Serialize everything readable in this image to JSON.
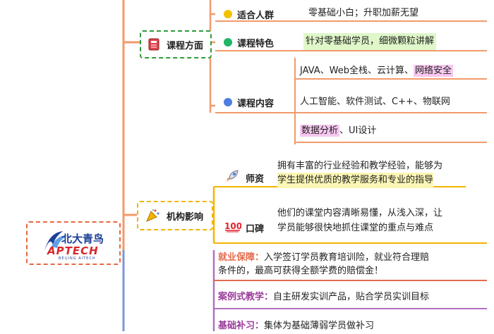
{
  "root": {
    "logo_cn": "北大青鸟",
    "logo_en": "APTECH",
    "logo_sub": "BEIJING AITECH",
    "colors": {
      "logo_blue": "#1c3f97",
      "logo_red": "#d8262b",
      "border": "#e8683f"
    }
  },
  "branches": {
    "course": {
      "label": "课程方面",
      "icon": "notebook-icon",
      "color": "#2f9c3a",
      "items": {
        "audience": {
          "label": "适合人群",
          "dot_color": "#f2c200",
          "text": "零基础小白；升职加薪无望"
        },
        "feature": {
          "label": "课程特色",
          "dot_color": "#22b566",
          "text": "针对零基础学员，细微颗粒讲解"
        },
        "content": {
          "label": "课程内容",
          "dot_color": "#4e7de0",
          "line1_a": "JAVA、Web全栈、云计算、",
          "line1_b": "网络安全",
          "line2": "人工智能、软件测试、C++、物联网",
          "line3_a": "数据分析",
          "line3_b": "、UI设计"
        }
      }
    },
    "institution": {
      "label": "机构影响",
      "icon": "party-popper-icon",
      "color": "#f2b400",
      "items": {
        "teachers": {
          "label": "师资",
          "icon": "rocket-icon",
          "text1": "拥有丰富的行业经验和教学经验，能够为",
          "text2": "学生提供优质的教学服务和专业的指导"
        },
        "reputation": {
          "label": "口碑",
          "icon": "hundred-points-icon",
          "text1": "他们的课堂内容清晰易懂，从浅入深，让",
          "text2": "学员能够很快地抓住课堂的重点与难点"
        }
      }
    },
    "extras": {
      "employment": {
        "label": "就业保障：",
        "text1": "入学签订学员教育培训险，就业符合理赔",
        "text2": "条件的，最高可获得全额学费的赔偿金！"
      },
      "case_teaching": {
        "label": "案例式教学：",
        "text": "自主研发实训产品，贴合学员实训目标"
      },
      "basic_tutoring": {
        "label": "基础补习：",
        "text": "集体为基础薄弱学员做补习"
      }
    }
  }
}
